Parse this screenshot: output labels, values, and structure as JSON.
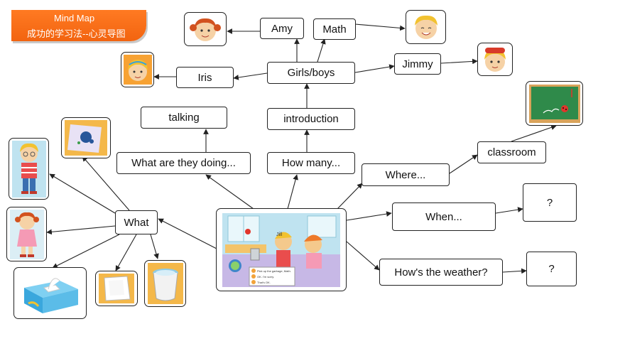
{
  "banner": {
    "title": "Mind Map",
    "subtitle": "成功的学习法--心灵导图"
  },
  "nodes": {
    "amy": "Amy",
    "math": "Math",
    "jimmy": "Jimmy",
    "iris": "Iris",
    "girls_boys": "Girls/boys",
    "introduction": "introduction",
    "talking": "talking",
    "what_doing": "What are they doing...",
    "how_many": "How many...",
    "where": "Where...",
    "classroom": "classroom",
    "when": "When...",
    "weather": "How's the weather?",
    "q1": "?",
    "q2": "?",
    "what": "What"
  },
  "scene": {
    "name_tag": "Jill",
    "dialog": [
      "Pick up the garbage, Math.",
      "OK. I'm sorry.",
      "That's OK."
    ]
  },
  "icons": [
    "amy-face-icon",
    "math-face-icon",
    "jimmy-face-icon",
    "iris-face-icon",
    "blackboard-ladybug-icon",
    "boy-standing-icon",
    "girl-standing-icon",
    "ink-paper-icon",
    "tissue-box-icon",
    "paper-sheet-icon",
    "waste-bin-icon"
  ]
}
